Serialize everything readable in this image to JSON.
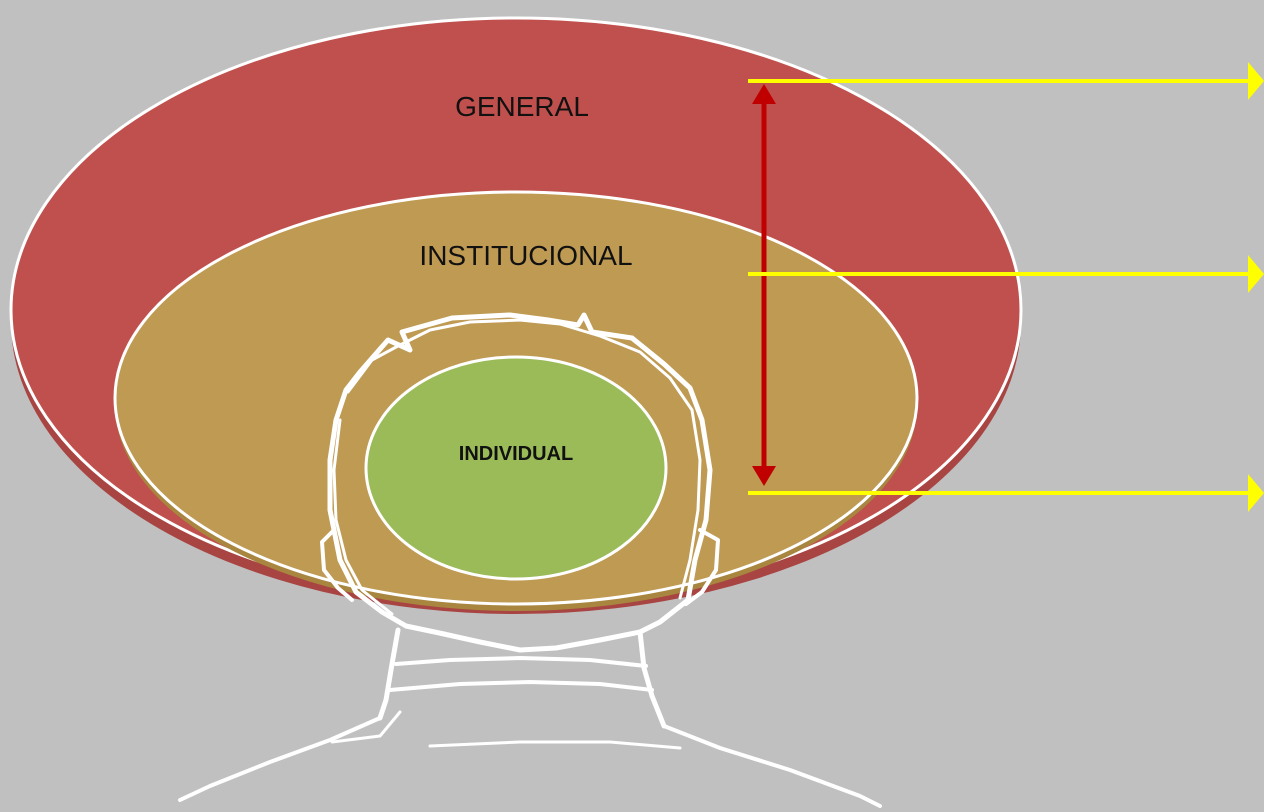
{
  "diagram": {
    "levels": {
      "general": {
        "label": "GENERAL",
        "color": "#c0504d"
      },
      "institutional": {
        "label": "INSTITUCIONAL",
        "color": "#bf9a53"
      },
      "individual": {
        "label": "INDIVIDUAL",
        "color": "#9bbb59"
      }
    },
    "colors": {
      "background": "#c0c0c0",
      "outline": "#ffffff",
      "pointer_arrows": "#ffff00",
      "range_arrow": "#c00000"
    },
    "icons": {
      "head_silhouette": "person-head-outline",
      "pointer_arrows": "arrow-right-icon",
      "range_arrow": "double-arrow-vertical-icon"
    }
  }
}
